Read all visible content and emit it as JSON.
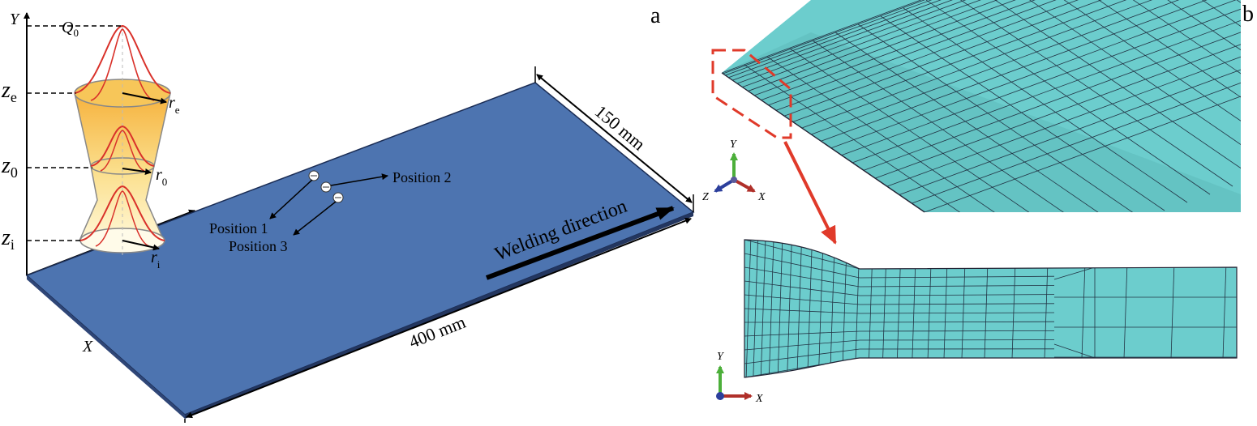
{
  "panel_a": {
    "panel_label": "a",
    "axes": {
      "y": "Y",
      "z": "Z",
      "x": "X"
    },
    "heat_source": {
      "q_label": "Q",
      "q_sub": "0",
      "levels": [
        {
          "main": "z",
          "sub": "e",
          "radius_main": "r",
          "radius_sub": "e"
        },
        {
          "main": "z",
          "sub": "0",
          "radius_main": "r",
          "radius_sub": "0"
        },
        {
          "main": "z",
          "sub": "i",
          "radius_main": "r",
          "radius_sub": "i"
        }
      ]
    },
    "positions": {
      "p1": "Position 1",
      "p2": "Position 2",
      "p3": "Position 3"
    },
    "dimension_width": "150 mm",
    "dimension_length": "400 mm",
    "welding_direction": "Welding direction",
    "colors": {
      "plate": "#4d74b0",
      "source_top": "#f6b23d",
      "source_bottom": "#fff7d6",
      "gauss_curve": "#d9312a"
    }
  },
  "panel_b": {
    "panel_label": "b",
    "triad_3d": {
      "y": "Y",
      "z": "Z",
      "x": "X"
    },
    "triad_2d": {
      "y": "Y",
      "x": "X"
    },
    "colors": {
      "mesh": "#6ccdcd",
      "highlight": "#e03a2a"
    }
  }
}
